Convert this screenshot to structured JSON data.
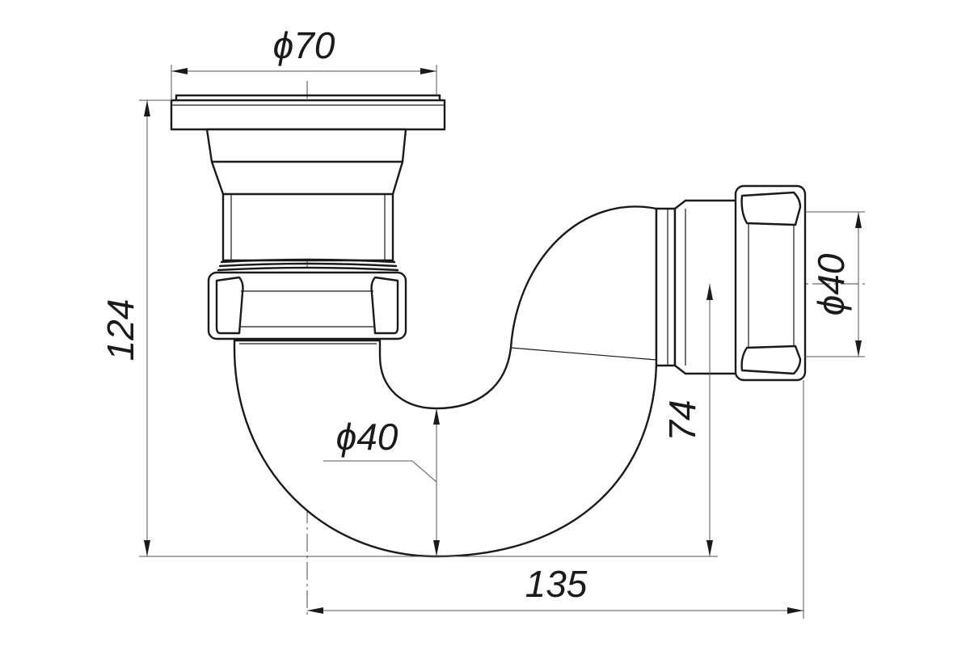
{
  "drawing": {
    "dimensions": {
      "top_width": "ϕ70",
      "total_height": "124",
      "outlet_height": "74",
      "total_width": "135",
      "outlet_diameter": "ϕ40",
      "bend_diameter": "ϕ40"
    },
    "colors": {
      "line": "#1a1a1a",
      "background": "#ffffff"
    }
  }
}
